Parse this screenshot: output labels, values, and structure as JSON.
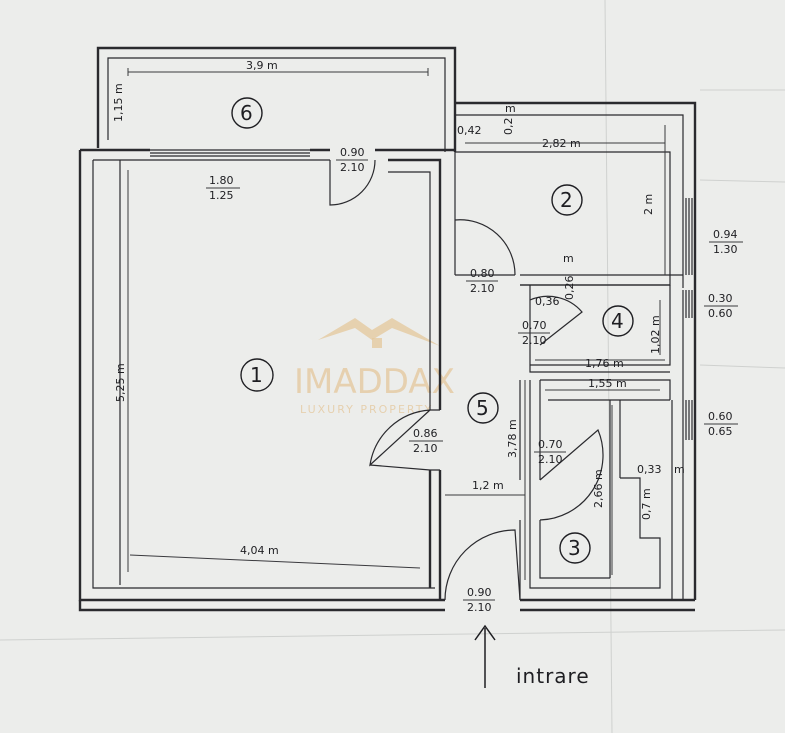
{
  "watermark": {
    "brand": "IMADDAX",
    "tagline": "LUXURY PROPERTY"
  },
  "entrance_label": "intrare",
  "rooms": [
    {
      "id": "room-1",
      "number": "1"
    },
    {
      "id": "room-2",
      "number": "2"
    },
    {
      "id": "room-3",
      "number": "3"
    },
    {
      "id": "room-4",
      "number": "4"
    },
    {
      "id": "room-5",
      "number": "5"
    },
    {
      "id": "room-6",
      "number": "6"
    }
  ],
  "dimensions": {
    "room6_width": "3,9 m",
    "room6_depth": "1,15 m",
    "room1_height": "5,25 m",
    "room1_width": "4,04 m",
    "room2_width": "2,82 m",
    "room2_depth": "2 m",
    "wall_042": "0,42",
    "wall_02": "0,2",
    "m_mark": "m",
    "wall_026": "0,26",
    "wall_036": "0,36",
    "room4_width": "1,76 m",
    "room4_depth": "1,02 m",
    "bath_width": "1,55 m",
    "hall_depth": "3,78 m",
    "hall_width": "1,2 m",
    "room3_depth": "2,66 m",
    "niche_width": "0,33",
    "niche_depth": "0,7 m"
  },
  "openings": {
    "window_room1": {
      "top": "1.80",
      "bottom": "1.25"
    },
    "door_balcony": {
      "top": "0.90",
      "bottom": "2.10"
    },
    "door_room2": {
      "top": "0.80",
      "bottom": "2.10"
    },
    "door_room4": {
      "top": "0.70",
      "bottom": "2.10"
    },
    "door_room1": {
      "top": "0.86",
      "bottom": "2.10"
    },
    "door_room3": {
      "top": "0.70",
      "bottom": "2.10"
    },
    "door_entry": {
      "top": "0.90",
      "bottom": "2.10"
    },
    "window_room2": {
      "top": "0.94",
      "bottom": "1.30"
    },
    "window_room4": {
      "top": "0.30",
      "bottom": "0.60"
    },
    "window_room3": {
      "top": "0.60",
      "bottom": "0.65"
    }
  }
}
